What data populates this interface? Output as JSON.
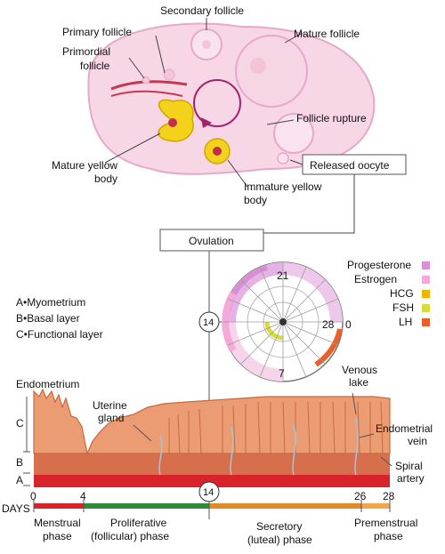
{
  "ovary": {
    "labels": {
      "secondary_follicle": "Secondary follicle",
      "primary_follicle": "Primary follicle",
      "primordial_follicle_line1": "Primordial",
      "primordial_follicle_line2": "follicle",
      "mature_follicle": "Mature follicle",
      "follicle_rupture": "Follicle rupture",
      "released_oocyte": "Released oocyte",
      "mature_yellow_body_line1": "Mature yellow",
      "mature_yellow_body_line2": "body",
      "immature_yellow_body_line1": "Immature yellow",
      "immature_yellow_body_line2": "body"
    }
  },
  "ovulation": {
    "label": "Ovulation",
    "day_marker": "14"
  },
  "layers_key": [
    {
      "letter": "A",
      "text": "A•Myometrium"
    },
    {
      "letter": "B",
      "text": "B•Basal layer"
    },
    {
      "letter": "C",
      "text": "C•Functional layer"
    }
  ],
  "hormone_legend": [
    {
      "name": "Progesterone",
      "color": "#d98ed6"
    },
    {
      "name": "Estrogen",
      "color": "#f4a9d8"
    },
    {
      "name": "HCG",
      "color": "#f0b400"
    },
    {
      "name": "FSH",
      "color": "#d8dc3a"
    },
    {
      "name": "LH",
      "color": "#e8602a"
    }
  ],
  "cycle_dial": {
    "tick_labels": {
      "top": "21",
      "right": "28",
      "right_zero": "0",
      "bottom": "7"
    }
  },
  "endometrium": {
    "title": "Endometrium",
    "layer_letters": [
      "C",
      "B",
      "A"
    ],
    "labels": {
      "uterine_gland_line1": "Uterine",
      "uterine_gland_line2": "gland",
      "venous_lake_line1": "Venous",
      "venous_lake_line2": "lake",
      "endometrial_vein_line1": "Endometrial",
      "endometrial_vein_line2": "vein",
      "spiral_artery_line1": "Spiral",
      "spiral_artery_line2": "artery"
    }
  },
  "timeline": {
    "days_label": "DAYS",
    "day_ticks": [
      "0",
      "4",
      "14",
      "26",
      "28"
    ],
    "phases": [
      {
        "line1": "Menstrual",
        "line2": "phase",
        "color": "#d8232a"
      },
      {
        "line1": "Proliferative",
        "line2": "(follicular) phase",
        "color": "#2e8b3a"
      },
      {
        "line1": "Secretory",
        "line2": "(luteal) phase",
        "color": "#e08a2c"
      },
      {
        "line1": "Premenstrual",
        "line2": "phase",
        "color": "#e08a2c"
      }
    ]
  },
  "colors": {
    "ovary_fill": "#f7d6e6",
    "ovary_stroke": "#e7a9c9",
    "yellow_body": "#f3d21c",
    "tissue": "#ec9c72",
    "tissue_dark": "#d76f4c",
    "base_red": "#d8232a"
  }
}
